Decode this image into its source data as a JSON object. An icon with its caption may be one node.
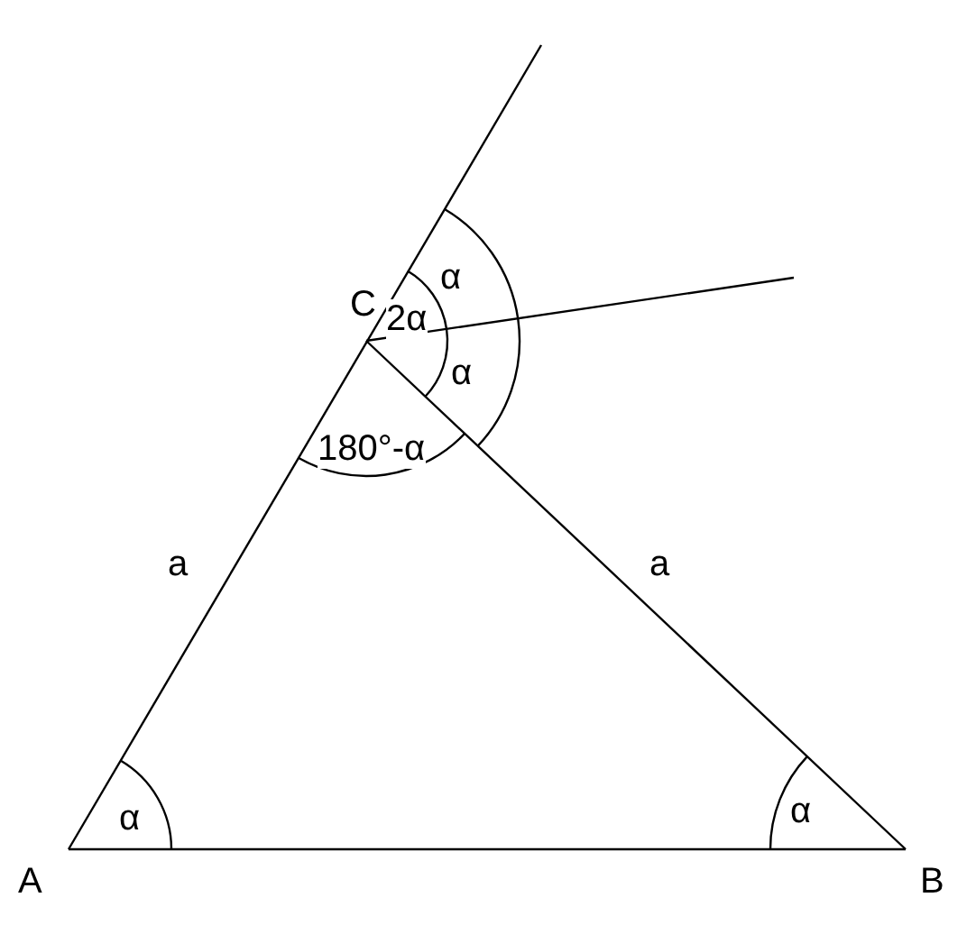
{
  "diagram": {
    "labels": [
      "α",
      "C",
      "2α",
      "α",
      "180°-α",
      "a",
      "a",
      "α",
      "α",
      "A",
      "B"
    ]
  }
}
